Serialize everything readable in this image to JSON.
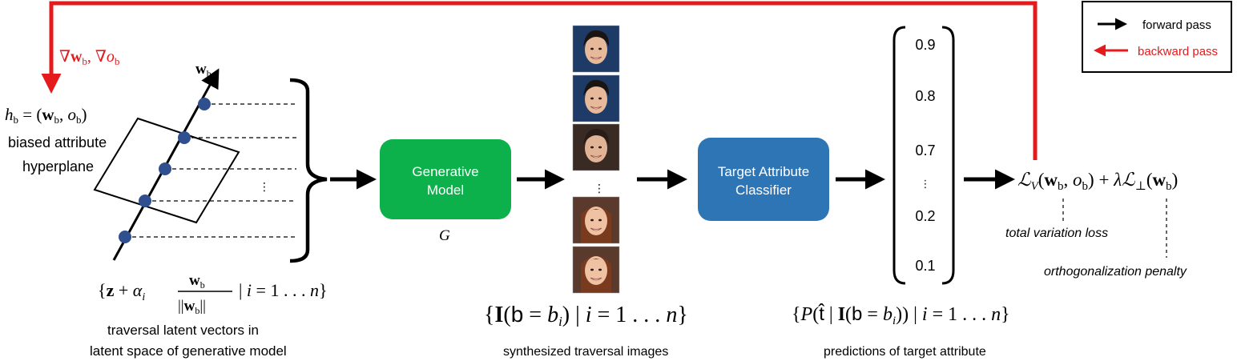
{
  "colors": {
    "forward": "#000000",
    "backward": "#e41a1c",
    "generator_fill": "#0db14b",
    "classifier_fill": "#2e75b6",
    "point_fill": "#2f4f8f"
  },
  "legend": {
    "forward_label": "forward pass",
    "backward_label": "backward pass"
  },
  "gradient_label": "∇w_b, ∇o_b",
  "hyperplane": {
    "equation": "h_b = (w_b, o_b)",
    "caption_line1": "biased attribute",
    "caption_line2": "hyperplane",
    "axis_label": "w_b"
  },
  "latent": {
    "formula": "{z + α_i w_b/||w_b|| | i = 1…n}",
    "caption_line1": "traversal latent vectors in",
    "caption_line2": "latent space of generative model",
    "ellipsis": "⋮"
  },
  "generator": {
    "label_line1": "Generative",
    "label_line2": "Model",
    "symbol": "G"
  },
  "images": {
    "formula": "{I(b = b_i) | i = 1…n}",
    "caption": "synthesized traversal images",
    "ellipsis": "⋮",
    "faces": [
      "male-dark-hair",
      "male-dark-hair",
      "mixed-dark-hair",
      "female-auburn-hair",
      "female-auburn-hair"
    ]
  },
  "classifier": {
    "label_line1": "Target Attribute",
    "label_line2": "Classifier"
  },
  "predictions": {
    "values": [
      "0.9",
      "0.8",
      "0.7",
      "⋮",
      "0.2",
      "0.1"
    ],
    "formula": "{P(t̂ | I(b = b_i)) | i = 1…n}",
    "caption": "predictions of target attribute"
  },
  "loss": {
    "formula": "L_V(w_b, o_b) + λL_⊥(w_b)",
    "tv_label": "total variation loss",
    "orth_label": "orthogonalization penalty"
  }
}
